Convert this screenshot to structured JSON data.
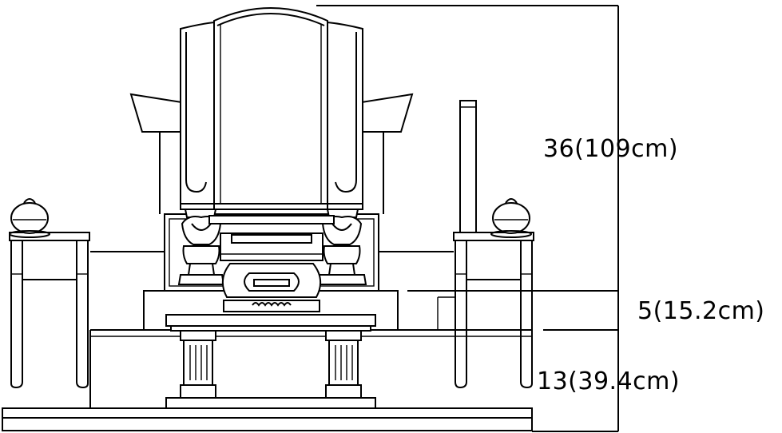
{
  "dimensions": {
    "total": "36(109cm)",
    "middle": "5(15.2cm)",
    "base": "13(39.4cm)"
  },
  "colors": {
    "line": "#000000",
    "background": "#ffffff"
  }
}
